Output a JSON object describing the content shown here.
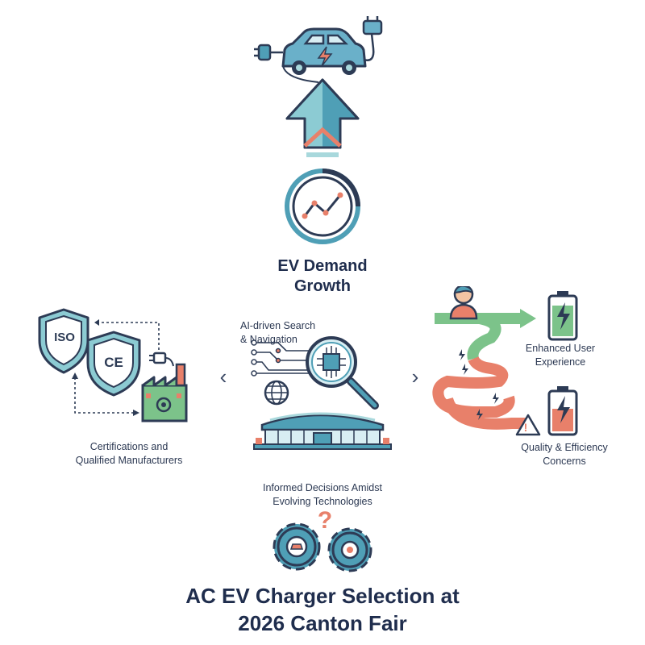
{
  "title": {
    "line1": "AC EV Charger Selection at",
    "line2": "2026 Canton Fair"
  },
  "demand": {
    "line1": "EV Demand",
    "line2": "Growth"
  },
  "center": {
    "search_line1": "AI-driven Search",
    "search_line2": "& Navigation",
    "decisions_line1": "Informed Decisions Amidst",
    "decisions_line2": "Evolving Technologies"
  },
  "left": {
    "iso_label": "ISO",
    "ce_label": "CE",
    "caption_line1": "Certifications and",
    "caption_line2": "Qualified Manufacturers"
  },
  "right": {
    "enhanced_line1": "Enhanced User",
    "enhanced_line2": "Experience",
    "quality_line1": "Quality & Efficiency",
    "quality_line2": "Concerns"
  },
  "nav": {
    "prev_glyph": "‹",
    "next_glyph": "›"
  },
  "icons": {
    "question_mark": "?",
    "warning_mark": "!"
  },
  "colors": {
    "teal": "#4f9fb6",
    "navy": "#2d3b55",
    "green": "#7cc38a",
    "coral": "#e8806a",
    "light_teal": "#a8d8dc"
  }
}
